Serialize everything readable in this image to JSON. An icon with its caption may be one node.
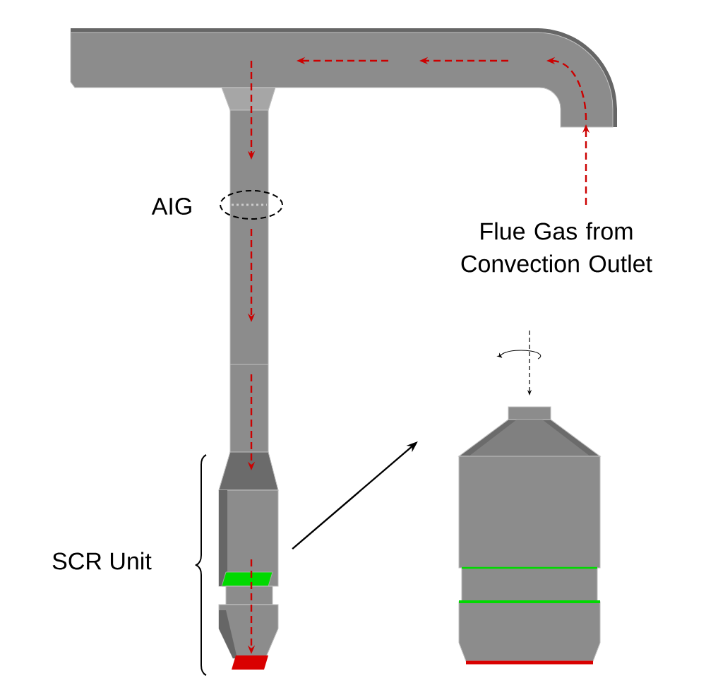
{
  "diagram": {
    "nodes": [
      {
        "text": [],
        "shape": "picture"
      },
      {
        "text": [],
        "shape": "picture"
      }
    ],
    "edges": [
      {
        "from": 0,
        "to": 1,
        "arrow": "to"
      }
    ],
    "labels": [
      "AIG",
      "Flue Gas from Convection Outlet",
      "SCR Unit"
    ]
  }
}
